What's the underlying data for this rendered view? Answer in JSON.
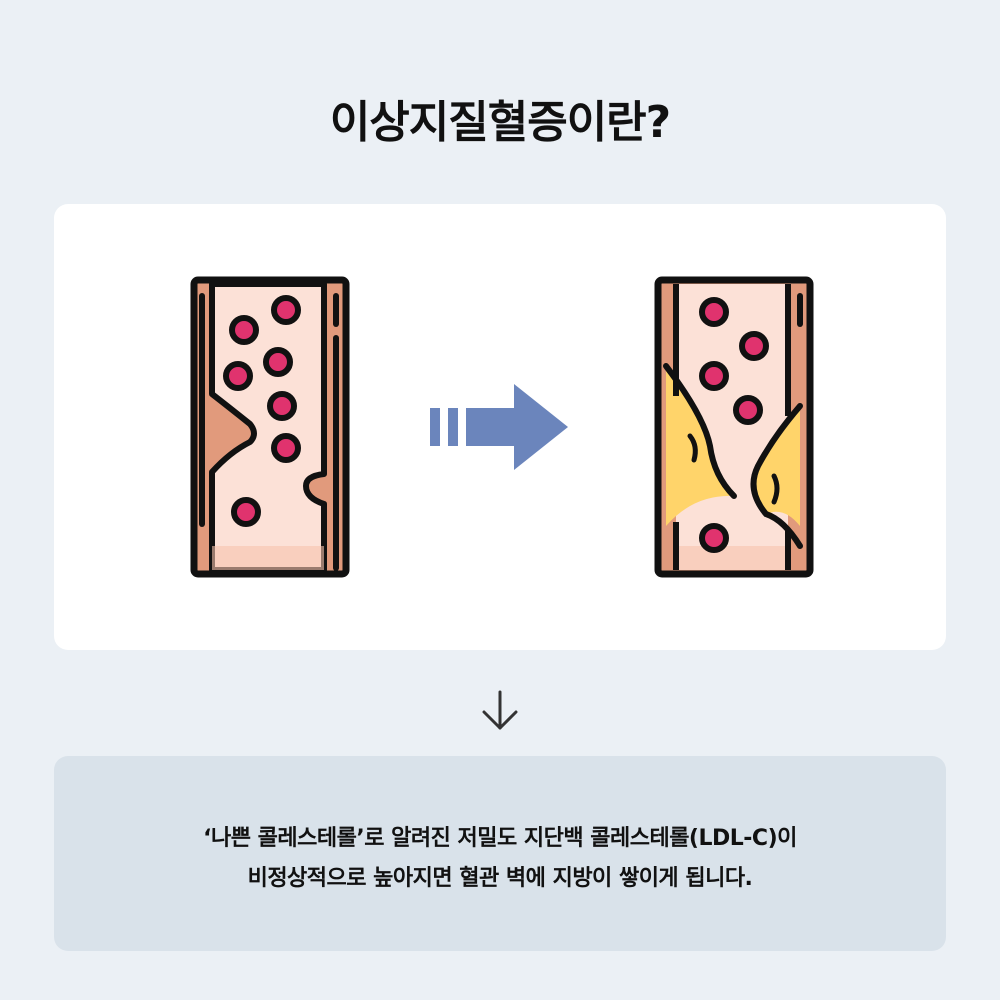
{
  "title": "이상지질혈증이란?",
  "description": {
    "line1": "‘나쁜 콜레스테롤’로 알려진 저밀도 지단백 콜레스테롤(LDL-C)이",
    "line2": "비정상적으로 높아지면 혈관 벽에 지방이 쌓이게 됩니다."
  },
  "icons": {
    "before": "healthy-blood-vessel-icon",
    "arrow": "right-arrow-icon",
    "after": "clogged-blood-vessel-icon",
    "down": "down-arrow-icon"
  },
  "colors": {
    "background": "#ebf0f5",
    "card": "#ffffff",
    "vessel_wall": "#e19a7c",
    "vessel_inner": "#fce1d7",
    "cell": "#e0336e",
    "plaque": "#ffd46a",
    "arrow": "#6b85bc",
    "desc_box": "#d9e2ea"
  }
}
